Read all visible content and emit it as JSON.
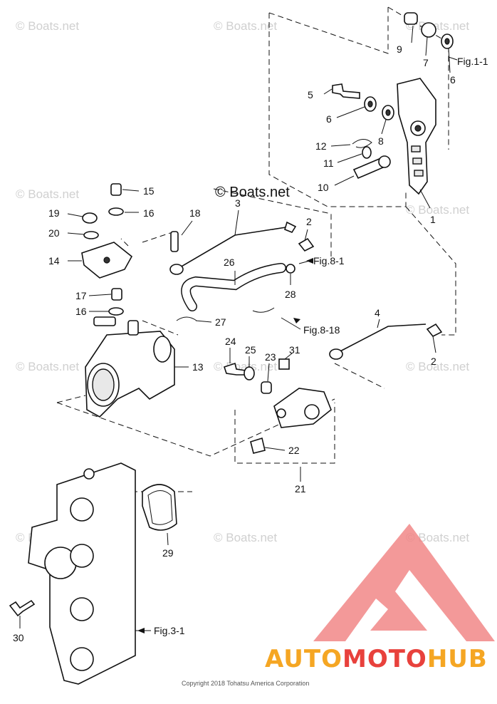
{
  "watermark": {
    "text": "© Boats.net"
  },
  "diagram_label": "© Boats.net",
  "part_numbers": {
    "p1": "1",
    "p2a": "2",
    "p2b": "2",
    "p3": "3",
    "p4": "4",
    "p5": "5",
    "p6a": "6",
    "p6b": "6",
    "p7": "7",
    "p8": "8",
    "p9": "9",
    "p10": "10",
    "p11": "11",
    "p12": "12",
    "p13": "13",
    "p14": "14",
    "p15": "15",
    "p16a": "16",
    "p16b": "16",
    "p17": "17",
    "p18": "18",
    "p19": "19",
    "p20": "20",
    "p21": "21",
    "p22": "22",
    "p23": "23",
    "p24": "24",
    "p25": "25",
    "p26": "26",
    "p27": "27",
    "p28": "28",
    "p29": "29",
    "p30": "30",
    "p31": "31"
  },
  "figure_refs": {
    "fig1_1": "Fig.1-1",
    "fig8_1": "Fig.8-1",
    "fig8_18": "Fig.8-18",
    "fig3_1": "Fig.3-1"
  },
  "copyright": "Copyright 2018 Tohatsu America Corporation",
  "brand": {
    "part1": "AUTO",
    "part2": "MOTO",
    "part3": "HUB",
    "color_orange": "#f5a623",
    "color_red": "#e8413c"
  }
}
